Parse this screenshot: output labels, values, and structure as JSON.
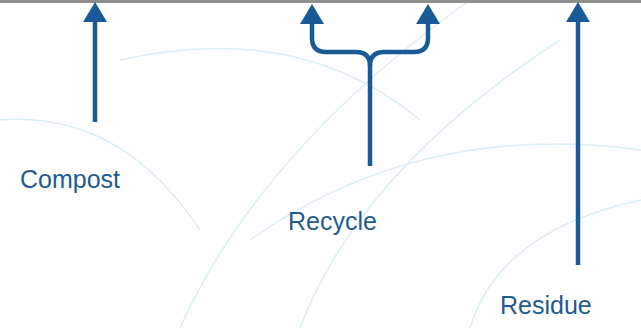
{
  "diagram": {
    "labels": [
      "Compost",
      "Recycle",
      "Residue"
    ]
  }
}
